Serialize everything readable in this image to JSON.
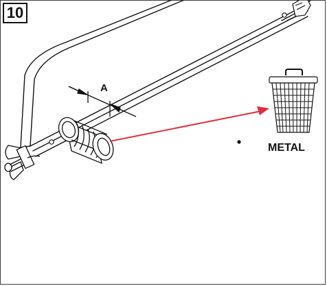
{
  "step": {
    "number": "10"
  },
  "dimension": {
    "label": "A"
  },
  "disposal": {
    "label": "METAL",
    "icon": "trash-bin-icon"
  },
  "colors": {
    "arrow": "#e0303f",
    "line": "#111111"
  }
}
